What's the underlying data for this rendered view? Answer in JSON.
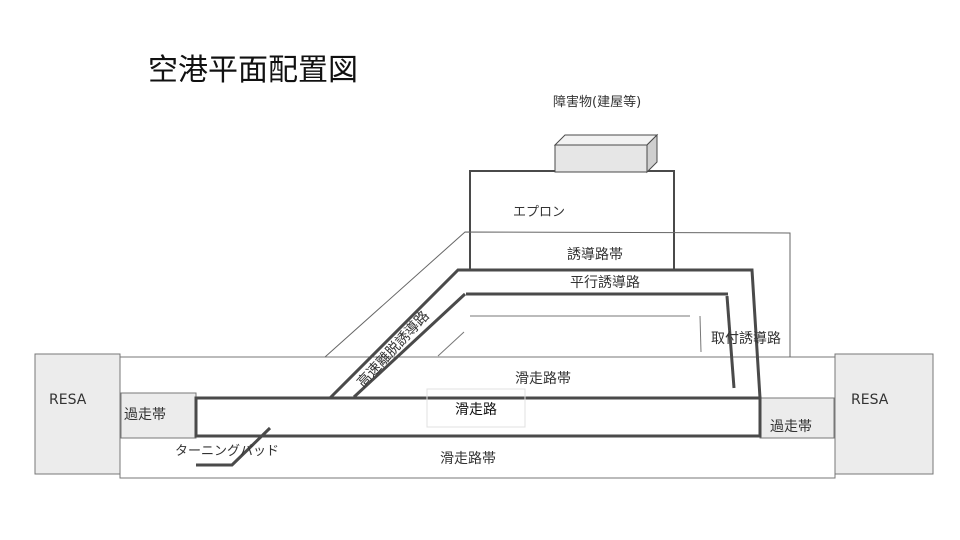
{
  "title": "空港平面配置図",
  "labels": {
    "obstacle": "障害物(建屋等)",
    "apron": "エプロン",
    "taxiway_strip": "誘導路帯",
    "parallel_taxiway": "平行誘導路",
    "rapid_exit_taxiway": "高速離脱誘導路",
    "connecting_taxiway": "取付誘導路",
    "runway_strip_upper": "滑走路帯",
    "runway": "滑走路",
    "runway_strip_lower": "滑走路帯",
    "stopway_left": "過走帯",
    "stopway_right": "過走帯",
    "resa_left": "RESA",
    "resa_right": "RESA",
    "turning_pad": "ターニングパッド"
  },
  "colors": {
    "line_dark": "#4a4a4a",
    "line_light": "#777777",
    "fill_gray": "#ececec",
    "box_top": "#f2f2f2",
    "box_front": "#e6e6e6",
    "box_side": "#cfcfcf"
  }
}
